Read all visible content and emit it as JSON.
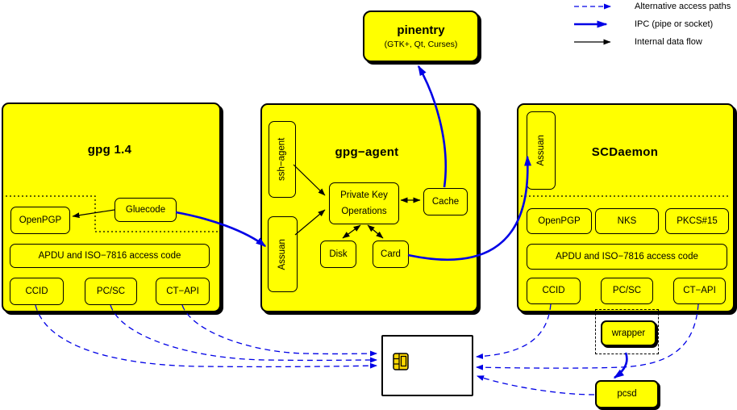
{
  "colors": {
    "module_yellow": "#ffff00",
    "ipc_blue": "#0000e6",
    "line_black": "#000000",
    "chip_gold": "#ffd800",
    "smartcard_bg": "#ffffff"
  },
  "legend": {
    "items": [
      {
        "label": "Alternative access paths",
        "style": "dashed-blue"
      },
      {
        "label": "IPC (pipe or socket)",
        "style": "solid-blue-thick"
      },
      {
        "label": "Internal data flow",
        "style": "solid-black"
      }
    ]
  },
  "pinentry": {
    "title": "pinentry",
    "subtitle": "(GTK+, Qt, Curses)"
  },
  "gpg14": {
    "title": "gpg 1.4",
    "openpgp": "OpenPGP",
    "gluecode": "Gluecode",
    "apdu": "APDU and ISO−7816 access code",
    "ccid": "CCID",
    "pcsc": "PC/SC",
    "ctapi": "CT−API"
  },
  "gpg_agent": {
    "title": "gpg−agent",
    "ssh_agent": "ssh−agent",
    "assuan": "Assuan",
    "private_key_ops_line1": "Private Key",
    "private_key_ops_line2": "Operations",
    "cache": "Cache",
    "disk": "Disk",
    "card": "Card"
  },
  "scdaemon": {
    "title": "SCDaemon",
    "assuan": "Assuan",
    "openpgp": "OpenPGP",
    "nks": "NKS",
    "pkcs15": "PKCS#15",
    "apdu": "APDU and ISO−7816 access code",
    "ccid": "CCID",
    "pcsc": "PC/SC",
    "ctapi": "CT−API"
  },
  "external": {
    "wrapper": "wrapper",
    "pcsd": "pcsd"
  },
  "icons": {
    "smartcard_chip": "chip-icon"
  }
}
